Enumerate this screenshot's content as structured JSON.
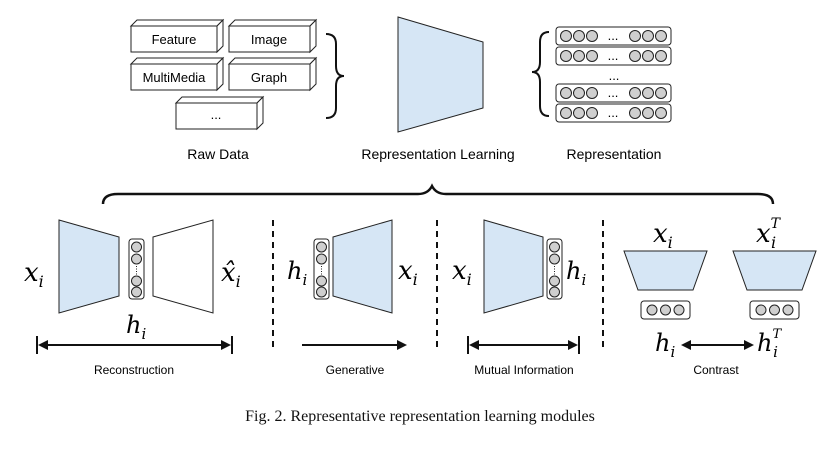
{
  "raw_data": {
    "boxes": [
      "Feature",
      "Image",
      "MultiMedia",
      "Graph",
      "..."
    ],
    "label": "Raw Data"
  },
  "representation_learning": {
    "label": "Representation Learning"
  },
  "representation": {
    "dots_label": "...",
    "middle_dots": "...",
    "label": "Representation"
  },
  "modules": {
    "reconstruction": {
      "input": "x",
      "input_sub": "i",
      "output": "x̂",
      "output_sub": "i",
      "hidden": "h",
      "hidden_sub": "i",
      "label": "Reconstruction"
    },
    "generative": {
      "hidden": "h",
      "hidden_sub": "i",
      "output": "x",
      "output_sub": "i",
      "label": "Generative"
    },
    "mutual_information": {
      "input": "x",
      "input_sub": "i",
      "hidden": "h",
      "hidden_sub": "i",
      "label": "Mutual Information"
    },
    "contrast": {
      "input": "x",
      "input_sub": "i",
      "aug_input": "x",
      "aug_sub": "i",
      "aug_sup": "T",
      "h": "h",
      "h_sub": "i",
      "aug_h": "h",
      "aug_h_sub": "i",
      "aug_h_sup": "T",
      "label": "Contrast"
    }
  },
  "caption": "Fig. 2.  Representative representation learning modules",
  "colors": {
    "fill": "#d6e6f5",
    "stroke": "#222222",
    "node": "#cfcfcf"
  }
}
